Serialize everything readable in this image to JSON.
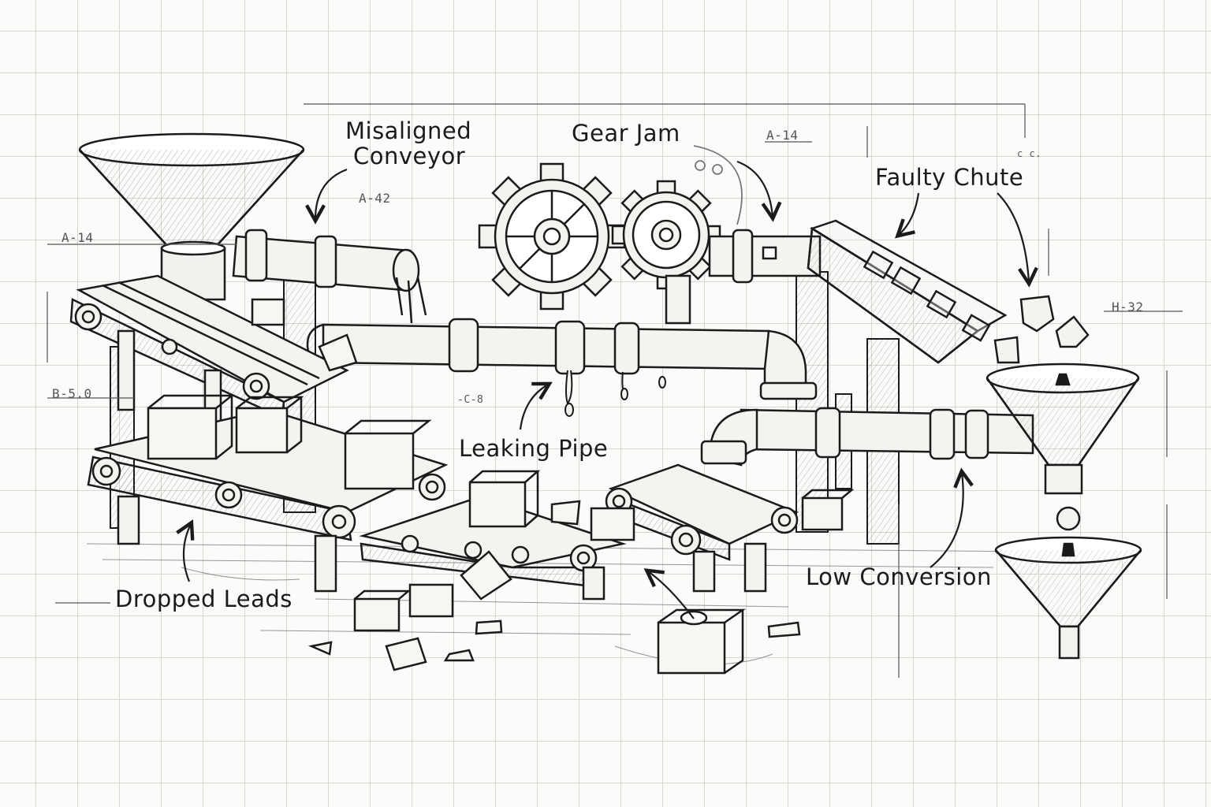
{
  "labels": {
    "misaligned_conveyor_1": "Misaligned",
    "misaligned_conveyor_2": "Conveyor",
    "gear_jam": "Gear Jam",
    "faulty_chute": "Faulty Chute",
    "leaking_pipe": "Leaking Pipe",
    "dropped_leads": "Dropped Leads",
    "low_conversion": "Low Conversion"
  },
  "dimension_marks": {
    "a14_left": "A-14",
    "a42": "A-42",
    "a14_top": "A-14",
    "b50": "B-5.0",
    "h32": "H-32",
    "c8": "-C-8",
    "cc": "c c."
  },
  "colors": {
    "ink": "#1b1b1b",
    "paper": "#fbfbf9",
    "grid": "#d6d6d2"
  }
}
